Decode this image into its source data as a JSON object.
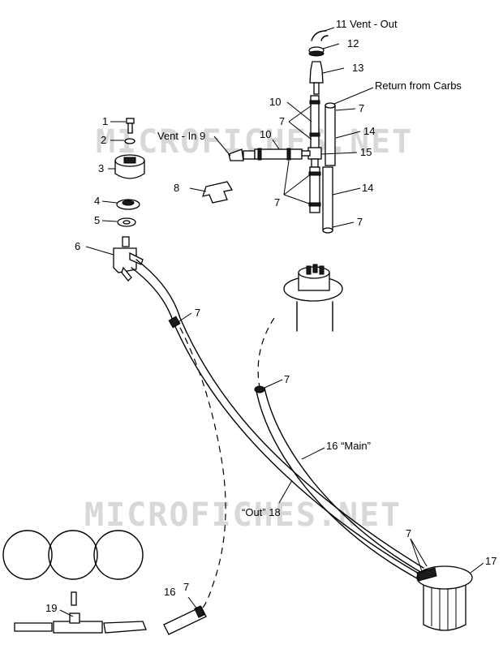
{
  "watermark": {
    "text": "MICROFICHES.NET"
  },
  "labels": {
    "p1": "1",
    "p2": "2",
    "p3": "3",
    "p4": "4",
    "p5": "5",
    "p6": "6",
    "p7a": "7",
    "p7b": "7",
    "p7c": "7",
    "p7d": "7",
    "p7e": "7",
    "p7f": "7",
    "p7g": "7",
    "p7h": "7",
    "p8": "8",
    "p9": "Vent - In 9",
    "p10a": "10",
    "p10b": "10",
    "p11": "11 Vent - Out",
    "p12": "12",
    "p13": "13",
    "p14a": "14",
    "p14b": "14",
    "p15": "15",
    "p16main": "16 “Main”",
    "p16": "16",
    "p17": "17",
    "p18": "“Out” 18",
    "p19": "19",
    "returnCarbs": "Return from Carbs"
  }
}
